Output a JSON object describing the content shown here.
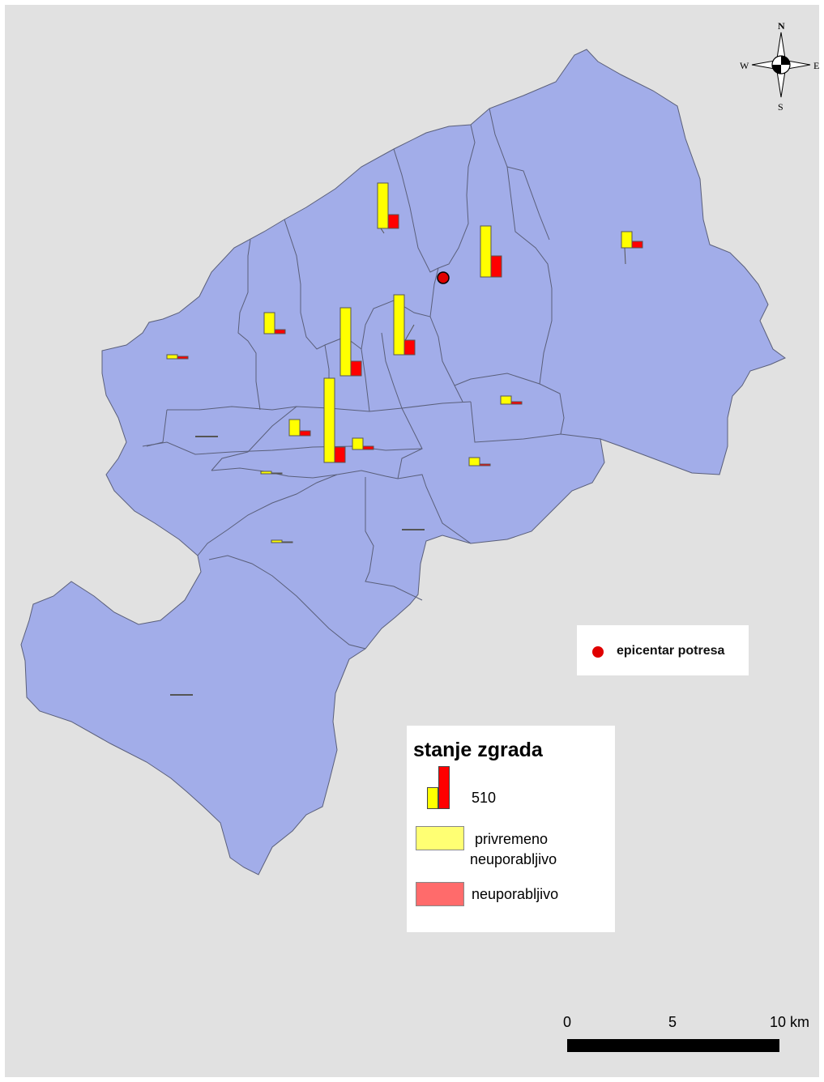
{
  "map": {
    "compass": {
      "north": "N",
      "south": "S",
      "east": "E",
      "west": "W"
    },
    "colors": {
      "background": "#e1e1e1",
      "territory": "#a2ade9",
      "territory_border": "#5a5f7a",
      "temporarily_unusable": "#ffff00",
      "unusable": "#ff0000",
      "epicenter": "#e00000"
    },
    "epicenter_label": "epicentar potresa",
    "legend": {
      "title": "stanje zgrada",
      "reference_value": "510",
      "items": [
        {
          "label_line1": "privremeno",
          "label_line2": "neuporabljivo",
          "color": "#ffff73"
        },
        {
          "label": "neuporabljivo",
          "color": "#ff6b6b"
        }
      ]
    },
    "scale_bar": {
      "ticks": [
        "0",
        "5",
        "10 km"
      ]
    }
  },
  "chart_data": {
    "type": "bar",
    "title": "stanje zgrada",
    "series": [
      {
        "name": "privremeno neuporabljivo",
        "color": "#ffff00"
      },
      {
        "name": "neuporabljivo",
        "color": "#ff0000"
      }
    ],
    "reference": {
      "value": 510
    },
    "districts": [
      {
        "id": "d1",
        "privremeno_neuporabljivo": 560,
        "neuporabljivo": 170
      },
      {
        "id": "d2",
        "privremeno_neuporabljivo": 630,
        "neuporabljivo": 260
      },
      {
        "id": "d3",
        "privremeno_neuporabljivo": 200,
        "neuporabljivo": 80
      },
      {
        "id": "d4",
        "privremeno_neuporabljivo": 260,
        "neuporabljivo": 50
      },
      {
        "id": "d5",
        "privremeno_neuporabljivo": 50,
        "neuporabljivo": 30
      },
      {
        "id": "d6",
        "privremeno_neuporabljivo": 840,
        "neuporabljivo": 180
      },
      {
        "id": "d7",
        "privremeno_neuporabljivo": 740,
        "neuporabljivo": 180
      },
      {
        "id": "d8",
        "privremeno_neuporabljivo": 1040,
        "neuporabljivo": 190
      },
      {
        "id": "d9",
        "privremeno_neuporabljivo": 200,
        "neuporabljivo": 60
      },
      {
        "id": "d10",
        "privremeno_neuporabljivo": 140,
        "neuporabljivo": 40
      },
      {
        "id": "d11",
        "privremeno_neuporabljivo": 100,
        "neuporabljivo": 30
      },
      {
        "id": "d12",
        "privremeno_neuporabljivo": 100,
        "neuporabljivo": 20
      },
      {
        "id": "d13",
        "privremeno_neuporabljivo": 30,
        "neuporabljivo": 10
      },
      {
        "id": "d14",
        "privremeno_neuporabljivo": 30,
        "neuporabljivo": 10
      },
      {
        "id": "d15",
        "privremeno_neuporabljivo": 0,
        "neuporabljivo": 0
      },
      {
        "id": "d16",
        "privremeno_neuporabljivo": 0,
        "neuporabljivo": 0
      },
      {
        "id": "d17",
        "privremeno_neuporabljivo": 0,
        "neuporabljivo": 0
      }
    ]
  }
}
